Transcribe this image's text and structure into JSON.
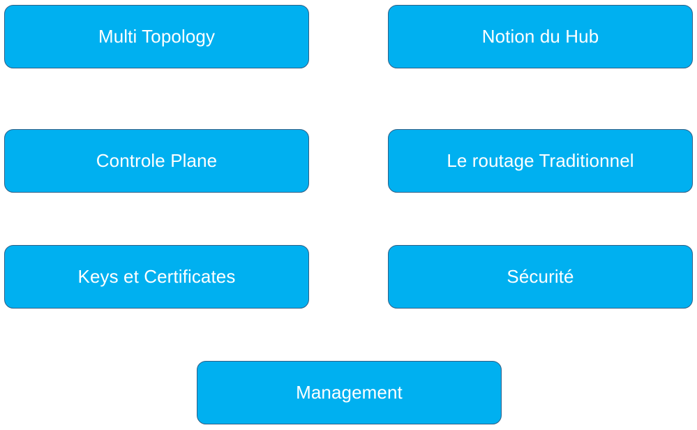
{
  "diagram": {
    "boxes": [
      {
        "label": "Multi Topology"
      },
      {
        "label": "Notion du Hub"
      },
      {
        "label": "Controle Plane"
      },
      {
        "label": "Le routage Traditionnel"
      },
      {
        "label": "Keys et Certificates"
      },
      {
        "label": "Sécurité"
      },
      {
        "label": "Management"
      }
    ],
    "colors": {
      "box_fill": "#00b0f0",
      "box_border": "#2f5f86",
      "text": "#ffffff",
      "background": "#ffffff"
    }
  }
}
